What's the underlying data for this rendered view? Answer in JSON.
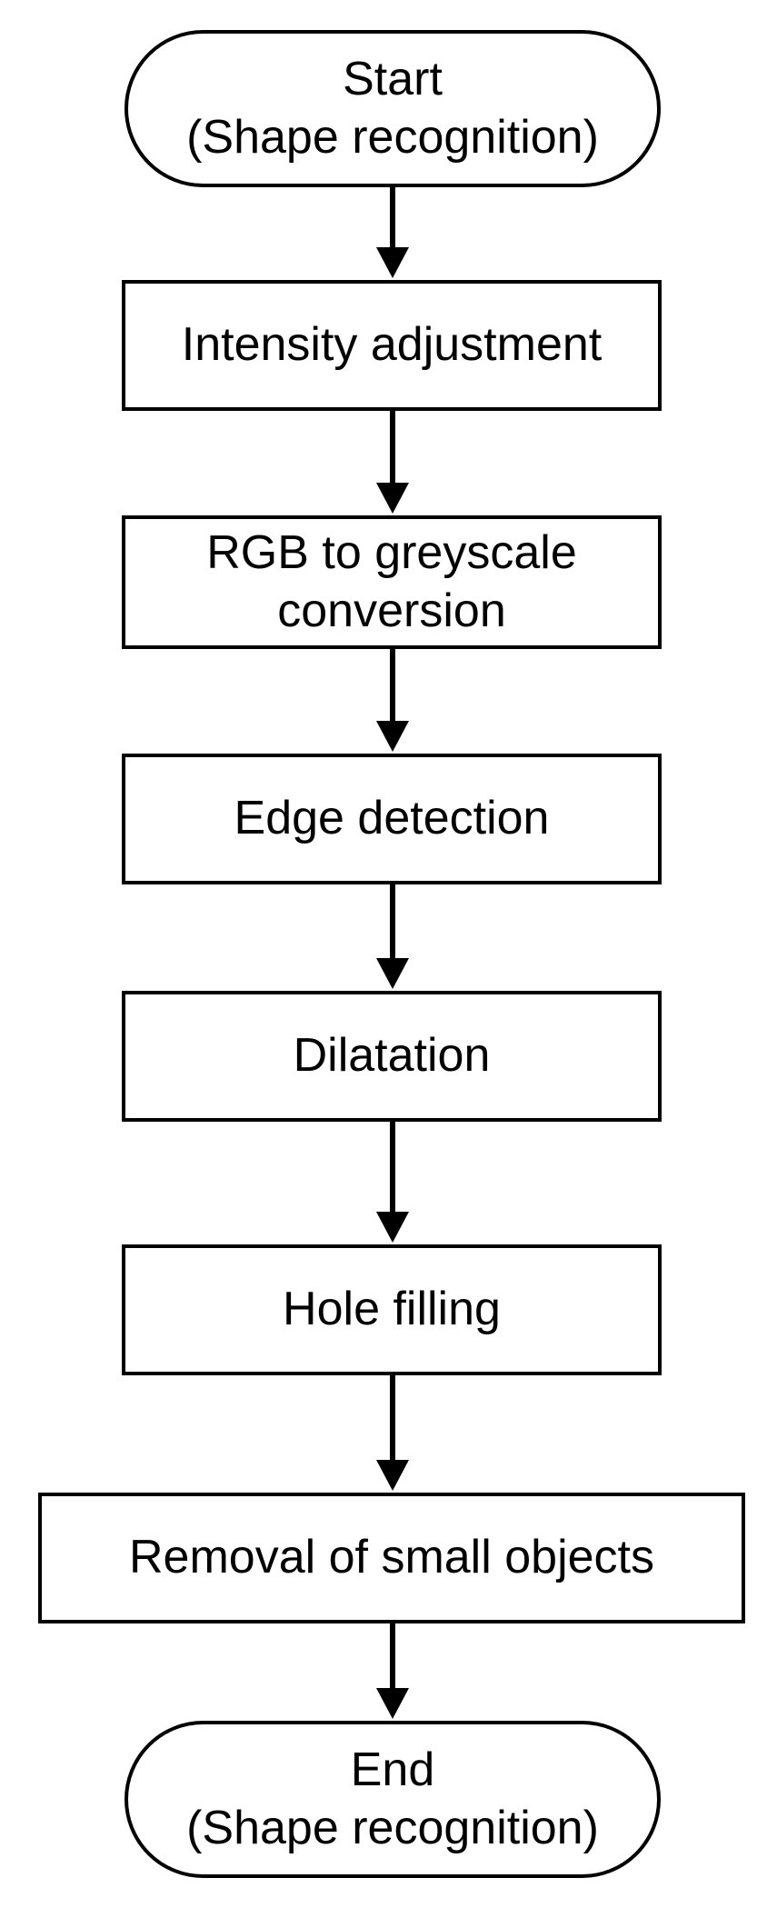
{
  "flowchart": {
    "start": {
      "line1": "Start",
      "line2": "(Shape recognition)"
    },
    "steps": [
      {
        "lines": [
          "Intensity adjustment"
        ]
      },
      {
        "lines": [
          "RGB to greyscale",
          "conversion"
        ]
      },
      {
        "lines": [
          "Edge detection"
        ]
      },
      {
        "lines": [
          "Dilatation"
        ]
      },
      {
        "lines": [
          "Hole filling"
        ]
      },
      {
        "lines": [
          "Removal of small objects"
        ]
      }
    ],
    "end": {
      "line1": "End",
      "line2": "(Shape recognition)"
    }
  }
}
